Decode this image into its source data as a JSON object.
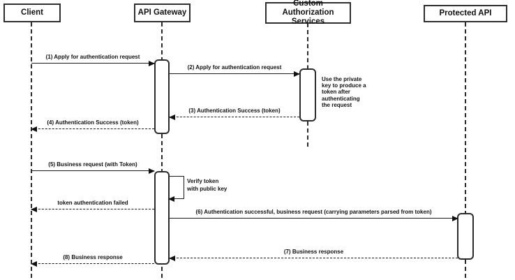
{
  "diagram": {
    "type": "uml-sequence-diagram",
    "colors": {
      "background": "#ffffff",
      "line": "#1a1a1a",
      "border": "#2b2b2b",
      "text": "#111111"
    },
    "actors": [
      {
        "name": "Client"
      },
      {
        "name": "API Gateway"
      },
      {
        "name": "Custom Authorization Services"
      },
      {
        "name": "Protected API"
      }
    ],
    "messages": [
      {
        "seq": "1",
        "label": "(1) Apply for authentication request",
        "from": "Client",
        "to": "API Gateway",
        "line": "solid"
      },
      {
        "seq": "2",
        "label": "(2) Apply for authentication request",
        "from": "API Gateway",
        "to": "Custom Authorization Services",
        "line": "solid"
      },
      {
        "seq": "3",
        "label": "(3) Authentication Success (token)",
        "from": "Custom Authorization Services",
        "to": "API Gateway",
        "line": "dashed"
      },
      {
        "seq": "4",
        "label": "(4) Authentication Success (token)",
        "from": "API Gateway",
        "to": "Client",
        "line": "dashed"
      },
      {
        "seq": "5",
        "label": "(5) Business request (with Token)",
        "from": "Client",
        "to": "API Gateway",
        "line": "solid"
      },
      {
        "seq": "",
        "label": "token authentication failed",
        "from": "API Gateway",
        "to": "Client",
        "line": "dashed"
      },
      {
        "seq": "6",
        "label": "(6) Authentication successful, business request (carrying parameters parsed from token)",
        "from": "API Gateway",
        "to": "Protected API",
        "line": "solid"
      },
      {
        "seq": "7",
        "label": "(7) Business response",
        "from": "Protected API",
        "to": "API Gateway",
        "line": "dashed"
      },
      {
        "seq": "8",
        "label": "(8) Business response",
        "from": "API Gateway",
        "to": "Client",
        "line": "dashed"
      }
    ],
    "self_message": {
      "on": "API Gateway",
      "label": "Verify token\nwith public key"
    },
    "note": {
      "near": "Custom Authorization Services",
      "text": "Use the private\nkey to produce a\ntoken after\nauthenticating\nthe request"
    }
  }
}
